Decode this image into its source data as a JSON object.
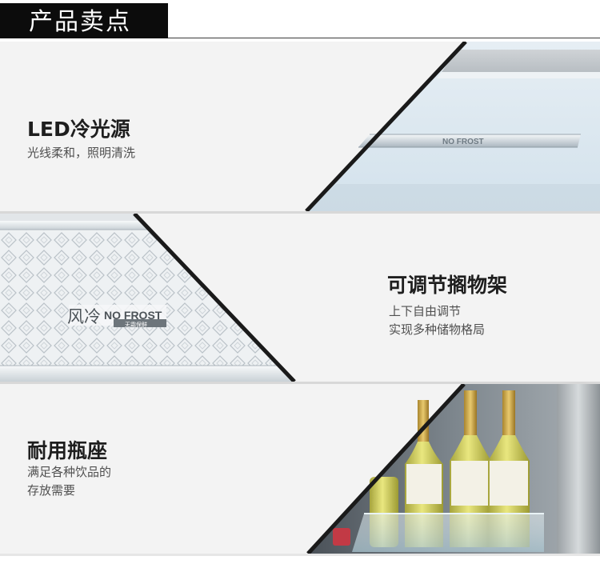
{
  "header": {
    "title": "产品卖点"
  },
  "features": [
    {
      "title": "LED冷光源",
      "desc_lines": [
        "光线柔和，照明清洗"
      ],
      "image_label": "NO FROST"
    },
    {
      "title": "可调节搁物架",
      "desc_lines": [
        "上下自由调节",
        "实现多种储物格局"
      ],
      "image_label_cn": "风冷",
      "image_label_en": "NO FROST",
      "image_label_sub": "无霜保鲜"
    },
    {
      "title": "耐用瓶座",
      "desc_lines": [
        "满足各种饮品的",
        "存放需要"
      ]
    }
  ],
  "colors": {
    "header_bg": "#0c0c0c",
    "section_bg": "#f3f3f3",
    "title_text": "#1e1e1e",
    "desc_text": "#505050"
  }
}
